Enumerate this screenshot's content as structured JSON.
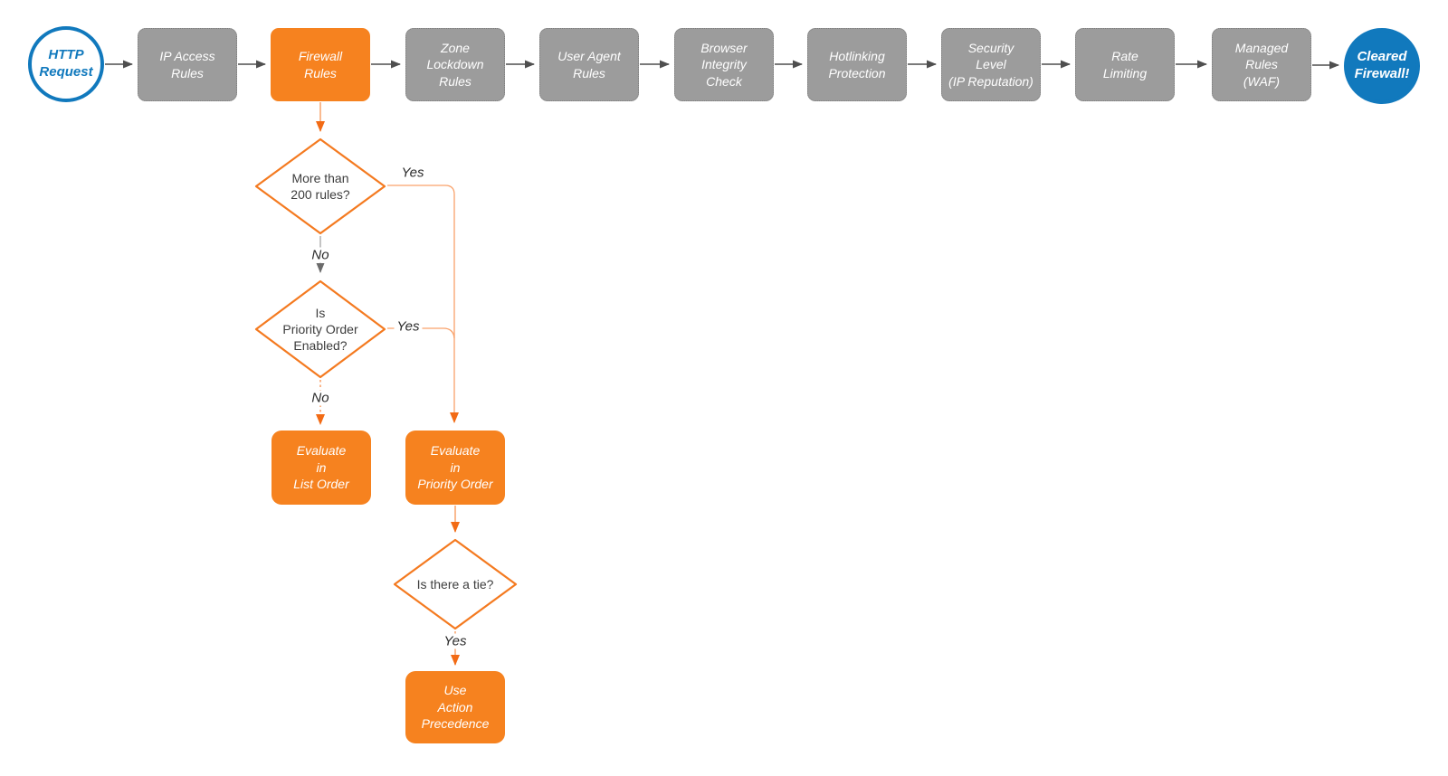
{
  "diagram": {
    "type": "flowchart",
    "colors": {
      "accent_orange": "#F6821F",
      "light_orange_line": "#F9A26B",
      "brand_blue": "#1179BD",
      "gray_node_fill": "#9C9C9C",
      "dark_arrow": "#4F4F4F",
      "node_text": "#FFFFFF",
      "decision_text": "#3D3D3D"
    },
    "pipeline": [
      {
        "id": "http-request",
        "shape": "circle",
        "variant": "blue-outline",
        "label": "HTTP\nRequest"
      },
      {
        "id": "ip-access-rules",
        "shape": "box",
        "variant": "gray",
        "label": "IP Access\nRules"
      },
      {
        "id": "firewall-rules",
        "shape": "box",
        "variant": "orange",
        "label": "Firewall\nRules"
      },
      {
        "id": "zone-lockdown-rules",
        "shape": "box",
        "variant": "gray",
        "label": "Zone\nLockdown\nRules"
      },
      {
        "id": "user-agent-rules",
        "shape": "box",
        "variant": "gray",
        "label": "User Agent\nRules"
      },
      {
        "id": "browser-integrity-check",
        "shape": "box",
        "variant": "gray",
        "label": "Browser\nIntegrity\nCheck"
      },
      {
        "id": "hotlinking-protection",
        "shape": "box",
        "variant": "gray",
        "label": "Hotlinking\nProtection"
      },
      {
        "id": "security-level",
        "shape": "box",
        "variant": "gray",
        "label": "Security\nLevel\n(IP Reputation)"
      },
      {
        "id": "rate-limiting",
        "shape": "box",
        "variant": "gray",
        "label": "Rate\nLimiting"
      },
      {
        "id": "managed-rules-waf",
        "shape": "box",
        "variant": "gray",
        "label": "Managed\nRules\n(WAF)"
      },
      {
        "id": "cleared-firewall",
        "shape": "circle",
        "variant": "blue-filled",
        "label": "Cleared\nFirewall!"
      }
    ],
    "branch": {
      "decisions": [
        {
          "id": "more-than-200-rules",
          "label": "More than\n200 rules?"
        },
        {
          "id": "priority-order-enabled",
          "label": "Is\nPriority Order\nEnabled?"
        },
        {
          "id": "is-there-a-tie",
          "label": "Is there a tie?"
        }
      ],
      "actions": [
        {
          "id": "evaluate-in-list-order",
          "label": "Evaluate\nin\nList Order"
        },
        {
          "id": "evaluate-in-priority-order",
          "label": "Evaluate\nin\nPriority Order"
        },
        {
          "id": "use-action-precedence",
          "label": "Use\nAction\nPrecedence"
        }
      ],
      "edge_labels": {
        "d1_yes": "Yes",
        "d1_no": "No",
        "d2_yes": "Yes",
        "d2_no": "No",
        "d3_yes": "Yes"
      }
    }
  }
}
